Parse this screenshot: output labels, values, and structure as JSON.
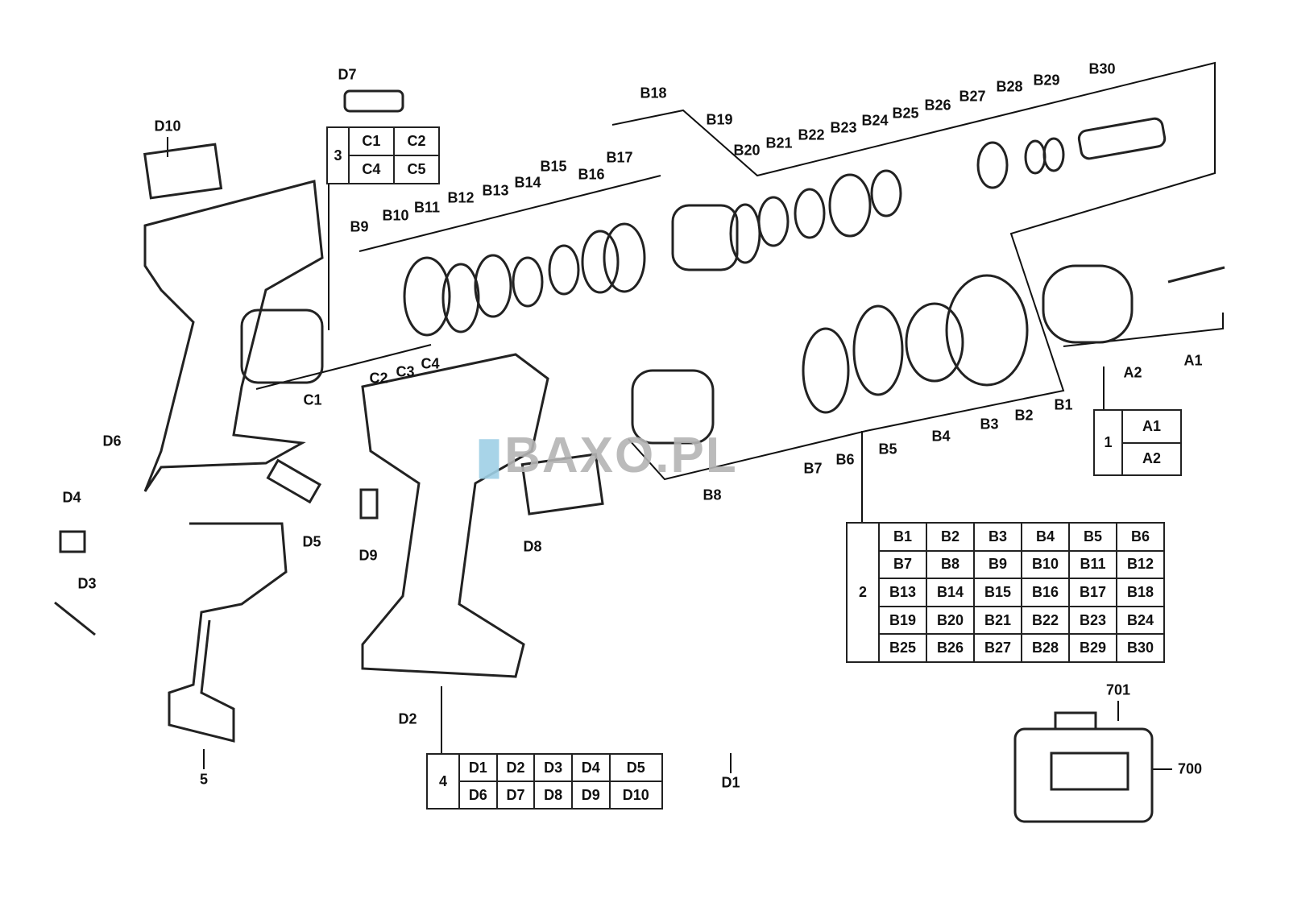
{
  "callouts": [
    "D7",
    "D10",
    "B18",
    "B19",
    "B30",
    "B29",
    "B28",
    "B27",
    "B26",
    "B25",
    "B24",
    "B23",
    "B22",
    "B21",
    "B20",
    "B17",
    "B16",
    "B15",
    "B14",
    "B13",
    "B12",
    "B11",
    "B10",
    "B9",
    "C2",
    "C3",
    "C4",
    "C1",
    "D6",
    "A2",
    "A1",
    "B1",
    "B2",
    "B3",
    "B4",
    "B5",
    "B6",
    "B7",
    "B8",
    "D4",
    "D5",
    "D3",
    "D9",
    "D8",
    "D2",
    "5",
    "D1",
    "701",
    "700"
  ],
  "table3": {
    "group": "3",
    "rows": [
      [
        "C1",
        "C2"
      ],
      [
        "C4",
        "C5"
      ]
    ]
  },
  "table1": {
    "group": "1",
    "rows": [
      [
        "A1"
      ],
      [
        "A2"
      ]
    ]
  },
  "table2": {
    "group": "2",
    "rows": [
      [
        "B1",
        "B2",
        "B3",
        "B4",
        "B5",
        "B6"
      ],
      [
        "B7",
        "B8",
        "B9",
        "B10",
        "B11",
        "B12"
      ],
      [
        "B13",
        "B14",
        "B15",
        "B16",
        "B17",
        "B18"
      ],
      [
        "B19",
        "B20",
        "B21",
        "B22",
        "B23",
        "B24"
      ],
      [
        "B25",
        "B26",
        "B27",
        "B28",
        "B29",
        "B30"
      ]
    ]
  },
  "table4": {
    "group": "4",
    "rows": [
      [
        "D1",
        "D2",
        "D3",
        "D4",
        "D5"
      ],
      [
        "D6",
        "D7",
        "D8",
        "D9",
        "D10"
      ]
    ]
  },
  "watermark": {
    "brand": "BAXO",
    "suffix": ".PL",
    "color": "#b4b4b4"
  }
}
